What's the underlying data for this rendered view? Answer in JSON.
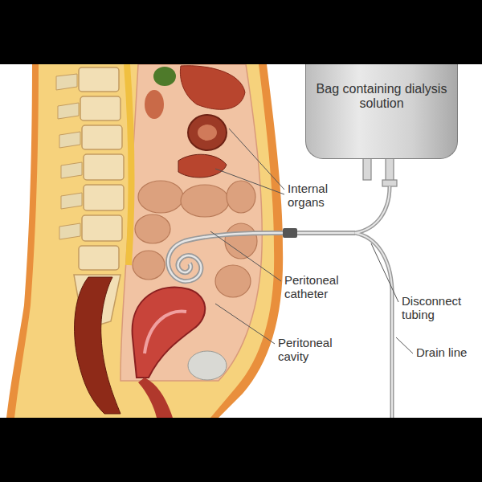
{
  "diagram": {
    "nodes": [
      {
        "text": [
          "Bag containing dialysis solution"
        ]
      }
    ],
    "labels": [
      "Internal organs",
      "Peritoneal catheter",
      "Peritoneal cavity",
      "Disconnect tubing",
      "Drain line"
    ]
  }
}
